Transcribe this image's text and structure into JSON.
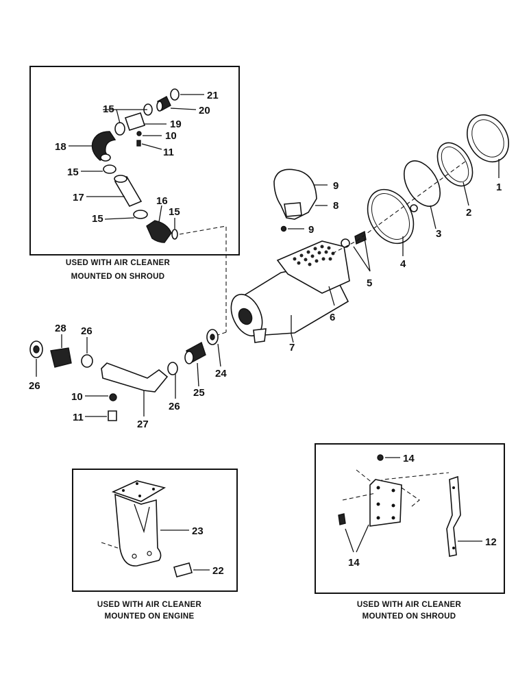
{
  "captions": {
    "inset_top": [
      "USED WITH AIR CLEANER",
      "MOUNTED ON SHROUD"
    ],
    "inset_bottom_left": [
      "USED WITH AIR CLEANER",
      "MOUNTED ON ENGINE"
    ],
    "inset_bottom_right": [
      "USED WITH AIR CLEANER",
      "MOUNTED ON SHROUD"
    ]
  },
  "part_numbers": {
    "p1": "1",
    "p2": "2",
    "p3": "3",
    "p4": "4",
    "p5": "5",
    "p6": "6",
    "p7": "7",
    "p8": "8",
    "p9a": "9",
    "p9b": "9",
    "p10a": "10",
    "p10b": "10",
    "p11a": "11",
    "p11b": "11",
    "p12": "12",
    "p14a": "14",
    "p14b": "14",
    "p15a": "15",
    "p15b": "15",
    "p15c": "15",
    "p15d": "15",
    "p16": "16",
    "p17": "17",
    "p18": "18",
    "p19": "19",
    "p20": "20",
    "p21": "21",
    "p22": "22",
    "p23": "23",
    "p24": "24",
    "p25": "25",
    "p26a": "26",
    "p26b": "26",
    "p26c": "26",
    "p27": "27",
    "p28": "28"
  }
}
